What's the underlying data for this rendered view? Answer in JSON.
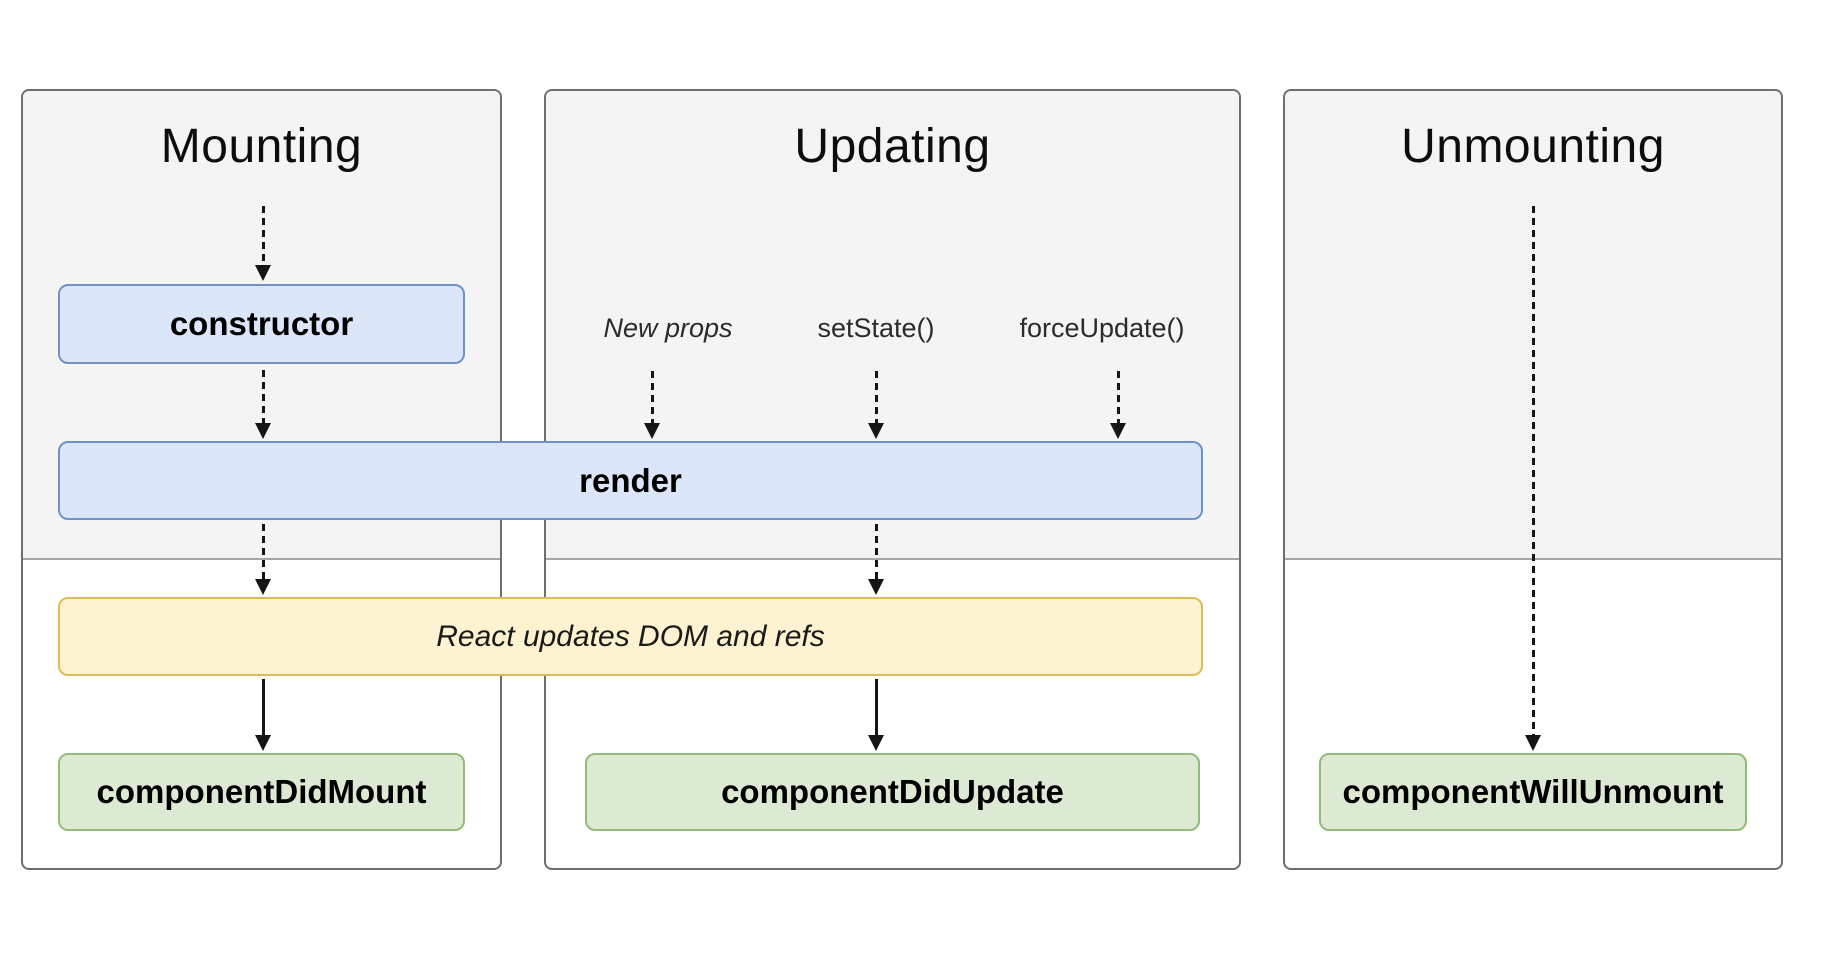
{
  "columns": {
    "mounting": {
      "title": "Mounting"
    },
    "updating": {
      "title": "Updating",
      "triggers": {
        "new_props": "New props",
        "set_state": "setState()",
        "force_update": "forceUpdate()"
      }
    },
    "unmounting": {
      "title": "Unmounting"
    }
  },
  "boxes": {
    "ctor": {
      "label": "constructor"
    },
    "render": {
      "label": "render"
    },
    "react_updates": {
      "label": "React updates DOM and refs"
    },
    "component_did_mount": {
      "label": "componentDidMount"
    },
    "component_did_update": {
      "label": "componentDidUpdate"
    },
    "component_will_unmount": {
      "label": "componentWillUnmount"
    }
  },
  "colors": {
    "blue_fill": "#dbe6f8",
    "blue_border": "#7191c7",
    "yellow_fill": "#fdf3d0",
    "yellow_border": "#dfbc57",
    "green_fill": "#dcead4",
    "green_border": "#94bb7c",
    "panel_fill_top": "#f4f4f5",
    "panel_border": "#6e6e6e",
    "divider": "#a6a6a6",
    "arrow": "#151515"
  }
}
